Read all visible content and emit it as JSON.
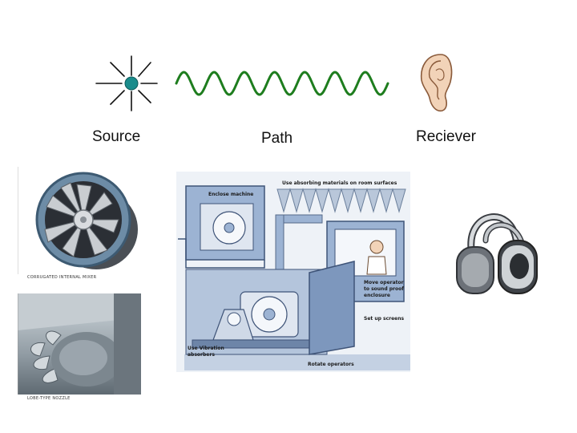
{
  "headings": {
    "source": "Source",
    "path": "Path",
    "receiver": "Reciever"
  },
  "icons": {
    "source": "sun-burst-icon",
    "path": "sine-wave-icon",
    "receiver": "ear-icon"
  },
  "colors": {
    "wave": "#1e7d1e",
    "source_dot": "#1a8c8c",
    "panel_blue": "#9cb3d3"
  },
  "source_photos": {
    "top_caption": "CORRUGATED INTERNAL MIXER",
    "bottom_caption": "LOBE-TYPE NOZZLE"
  },
  "path_diagram": {
    "enclose_machine": "Enclose machine",
    "absorbing_materials": "Use absorbing materials on room surfaces",
    "move_operator": "Move operator to sound proof enclosure",
    "set_up_screens": "Set up screens",
    "vibration_absorbers": "Use Vibration absorbers",
    "rotate_operators": "Rotate operators"
  }
}
